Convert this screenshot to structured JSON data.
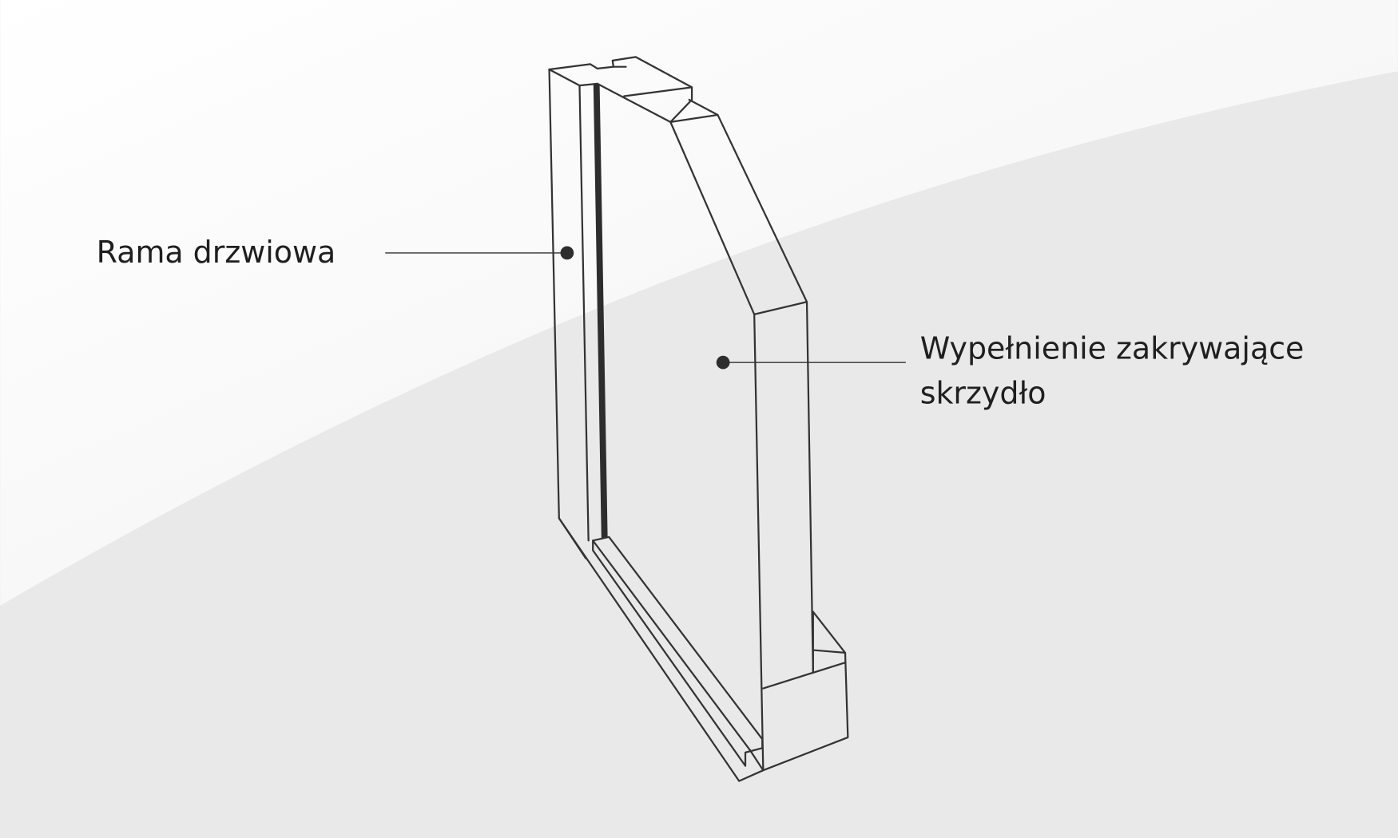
{
  "labels": {
    "frame": "Rama drzwiowa",
    "infill_line1": "Wypełnienie zakrywające",
    "infill_line2": "skrzydło"
  },
  "colors": {
    "background": "#e9e9e9",
    "highlight": "#ffffff",
    "line": "#333333"
  }
}
